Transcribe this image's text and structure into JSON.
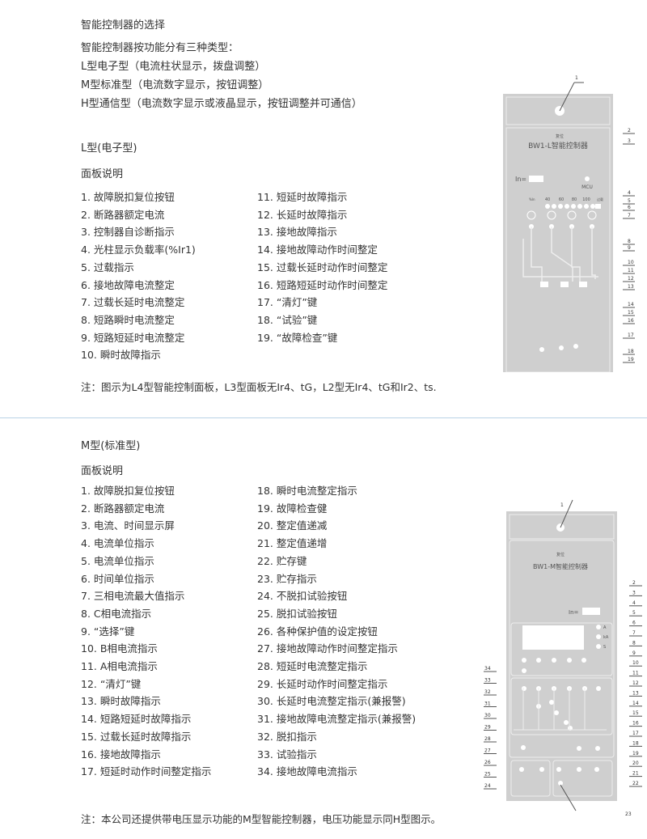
{
  "title": "智能控制器的选择",
  "intro": [
    "智能控制器按功能分有三种类型：",
    "L型电子型（电流柱状显示，拨盘调整）",
    "M型标准型（电流数字显示，按钮调整）",
    "H型通信型（电流数字显示或液晶显示，按钮调整并可通信）"
  ],
  "l_section": {
    "heading": "L型(电子型)",
    "subheading": "面板说明",
    "col1": [
      "1. 故障脱扣复位按钮",
      "2. 断路器额定电流",
      "3. 控制器自诊断指示",
      "4. 光柱显示负载率(%Ir1)",
      "5. 过载指示",
      "6. 接地故障电流整定",
      "7. 过载长延时电流整定",
      "8. 短路瞬时电流整定",
      "9. 短路短延时电流整定",
      "10. 瞬时故障指示"
    ],
    "col2": [
      "11. 短延时故障指示",
      "12. 长延时故障指示",
      "13. 接地故障指示",
      "14. 接地故障动作时间整定",
      "15. 过载长延时动作时间整定",
      "16. 短路短延时动作时间整定",
      "17. “清灯”键",
      "18. “试验”键",
      "19. “故障检查”键"
    ],
    "note": "注：图示为L4型智能控制面板，L3型面板无Ir4、tG，L2型无Ir4、tG和Ir2、ts.",
    "panel": {
      "reset": "复位",
      "model": "BW1-L智能控制器",
      "in_label": "In=",
      "mcu": "MCU",
      "pct_label": "%In",
      "scale": [
        "40",
        "60",
        "80",
        "100"
      ],
      "overload": "过载",
      "callouts": [
        "1",
        "2",
        "3",
        "4",
        "5",
        "6",
        "7",
        "8",
        "9",
        "10",
        "11",
        "12",
        "13",
        "14",
        "15",
        "16",
        "17",
        "18",
        "19"
      ]
    }
  },
  "m_section": {
    "heading": "M型(标准型)",
    "subheading": "面板说明",
    "col1": [
      "1. 故障脱扣复位按钮",
      "2. 断路器额定电流",
      "3. 电流、时间显示屏",
      "4. 电流单位指示",
      "5. 电流单位指示",
      "6. 时间单位指示",
      "7. 三相电流最大值指示",
      "8. C相电流指示",
      "9. “选择”键",
      "10. B相电流指示",
      "11. A相电流指示",
      "12. “清灯”键",
      "13. 瞬时故障指示",
      "14. 短路短延时故障指示",
      "15. 过载长延时故障指示",
      "16. 接地故障指示",
      "17. 短延时动作时间整定指示"
    ],
    "col2": [
      "18. 瞬时电流整定指示",
      "19. 故障检查健",
      "20. 整定值递减",
      "21. 整定值递增",
      "22. 贮存键",
      "23. 贮存指示",
      "24. 不脱扣试验按钮",
      "25. 脱扣试验按钮",
      "26. 各种保护值的设定按钮",
      "27. 接地故障动作时间整定指示",
      "28. 短延时电流整定指示",
      "29. 长延时动作时间整定指示",
      "30. 长延时电流整定指示(兼报警)",
      "31. 接地故障电流整定指示(兼报警)",
      "32. 脱扣指示",
      "33. 试验指示",
      "34. 接地故障电流指示"
    ],
    "note": "注：本公司还提供带电压显示功能的M型智能控制器，电压功能显示同H型图示。",
    "panel": {
      "reset": "复位",
      "model": "BW1-M智能控制器",
      "in_label": "In=",
      "units": [
        "A",
        "kA",
        "S"
      ],
      "callouts_right": [
        "2",
        "3",
        "4",
        "5",
        "6",
        "7",
        "8",
        "9",
        "10",
        "11",
        "12",
        "13",
        "14",
        "15",
        "16",
        "17",
        "18",
        "19",
        "20",
        "21",
        "22"
      ],
      "callouts_left": [
        "34",
        "33",
        "32",
        "31",
        "30",
        "29",
        "28",
        "27",
        "26",
        "25",
        "24"
      ],
      "callout_top": "1",
      "callout_bottom": "23"
    }
  }
}
